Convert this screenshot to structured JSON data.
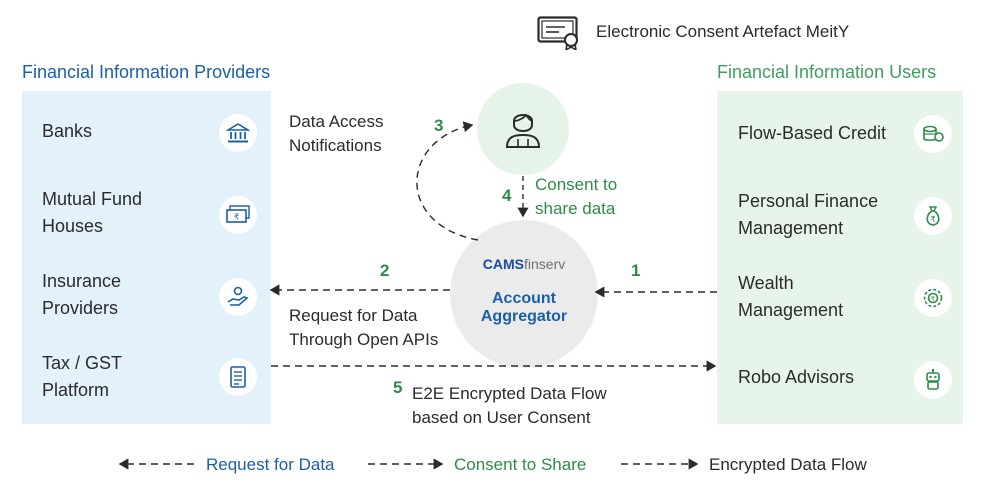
{
  "header": {
    "title": "Electronic Consent Artefact MeitY"
  },
  "providers": {
    "title": "Financial Information Providers",
    "items": [
      {
        "label": "Banks",
        "icon": "bank-icon"
      },
      {
        "label": "Mutual Fund\nHouses",
        "icon": "currency-notes-icon"
      },
      {
        "label": "Insurance\nProviders",
        "icon": "insurance-hand-icon"
      },
      {
        "label": "Tax / GST\nPlatform",
        "icon": "tax-document-icon"
      }
    ]
  },
  "users": {
    "title": "Financial Information Users",
    "items": [
      {
        "label": "Flow-Based Credit",
        "icon": "coin-stack-icon"
      },
      {
        "label": "Personal Finance\nManagement",
        "icon": "money-bag-icon"
      },
      {
        "label": "Wealth\nManagement",
        "icon": "wealth-growth-icon"
      },
      {
        "label": "Robo Advisors",
        "icon": "robot-advisor-icon"
      }
    ]
  },
  "center": {
    "logo_cams": "CAMS",
    "logo_finserv": "finserv",
    "aggregator_label": "Account\nAggregator",
    "step3_label": "Data Access\nNotifications",
    "step4_label": "Consent to\nshare data",
    "step2_label": "Request for Data\nThrough Open APIs",
    "step5_label": "E2E Encrypted Data Flow\nbased on User Consent",
    "steps": {
      "s1": "1",
      "s2": "2",
      "s3": "3",
      "s4": "4",
      "s5": "5"
    }
  },
  "legend": {
    "request": "Request for Data",
    "consent": "Consent to Share",
    "encrypted": "Encrypted Data Flow"
  },
  "colors": {
    "blue": "#1b5fa8",
    "green": "#2e8b4a",
    "provider_panel": "#e3f1fb",
    "user_panel": "#e6f4e9"
  }
}
